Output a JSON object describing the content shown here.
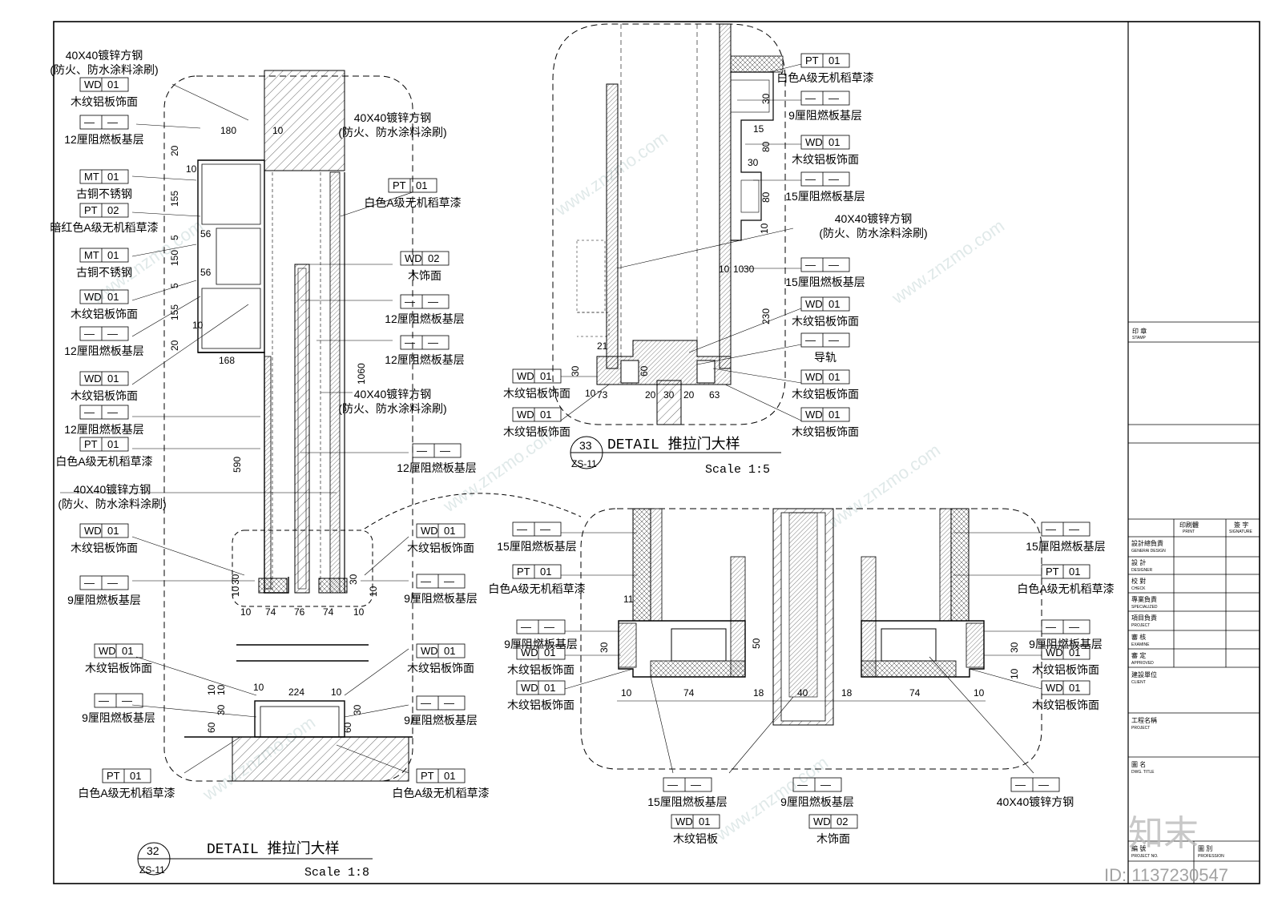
{
  "detail_32": {
    "number": "32",
    "sheet": "ZS-11",
    "title": "DETAIL 推拉门大样",
    "scale": "Scale 1:8",
    "callouts": [
      {
        "code": "",
        "name": "40X40镀锌方钢"
      },
      {
        "code": "",
        "name": "(防火、防水涂料涂刷)"
      },
      {
        "code": "WD",
        "num": "01",
        "name": "木纹铝板饰面"
      },
      {
        "code": "—",
        "num": "—",
        "name": "12厘阻燃板基层"
      },
      {
        "code": "MT",
        "num": "01",
        "name": "古铜不锈钢"
      },
      {
        "code": "PT",
        "num": "02",
        "name": "暗红色A级无机稻草漆"
      },
      {
        "code": "MT",
        "num": "01",
        "name": "古铜不锈钢"
      },
      {
        "code": "WD",
        "num": "01",
        "name": "木纹铝板饰面"
      },
      {
        "code": "—",
        "num": "—",
        "name": "12厘阻燃板基层"
      },
      {
        "code": "WD",
        "num": "01",
        "name": "木纹铝板饰面"
      },
      {
        "code": "—",
        "num": "—",
        "name": "12厘阻燃板基层"
      },
      {
        "code": "PT",
        "num": "01",
        "name": "白色A级无机稻草漆"
      },
      {
        "code": "",
        "name": "40X40镀锌方钢"
      },
      {
        "code": "",
        "name": "(防火、防水涂料涂刷)"
      },
      {
        "code": "WD",
        "num": "01",
        "name": "木纹铝板饰面"
      },
      {
        "code": "—",
        "num": "—",
        "name": "9厘阻燃板基层"
      },
      {
        "code": "WD",
        "num": "01",
        "name": "木纹铝板饰面"
      },
      {
        "code": "—",
        "num": "—",
        "name": "9厘阻燃板基层"
      },
      {
        "code": "PT",
        "num": "01",
        "name": "白色A级无机稻草漆"
      }
    ],
    "callouts_right": [
      {
        "code": "",
        "name": "40X40镀锌方钢"
      },
      {
        "code": "",
        "name": "(防火、防水涂料涂刷)"
      },
      {
        "code": "PT",
        "num": "01",
        "name": "白色A级无机稻草漆"
      },
      {
        "code": "WD",
        "num": "02",
        "name": "木饰面"
      },
      {
        "code": "—",
        "num": "—",
        "name": "12厘阻燃板基层"
      },
      {
        "code": "—",
        "num": "—",
        "name": "12厘阻燃板基层"
      },
      {
        "code": "",
        "name": "40X40镀锌方钢"
      },
      {
        "code": "",
        "name": "(防火、防水涂料涂刷)"
      },
      {
        "code": "—",
        "num": "—",
        "name": "12厘阻燃板基层"
      },
      {
        "code": "WD",
        "num": "01",
        "name": "木纹铝板饰面"
      },
      {
        "code": "—",
        "num": "—",
        "name": "9厘阻燃板基层"
      },
      {
        "code": "WD",
        "num": "01",
        "name": "木纹铝板饰面"
      },
      {
        "code": "—",
        "num": "—",
        "name": "9厘阻燃板基层"
      },
      {
        "code": "PT",
        "num": "01",
        "name": "白色A级无机稻草漆"
      }
    ],
    "dims": [
      "180",
      "10",
      "20",
      "10",
      "155",
      "5",
      "56",
      "150",
      "5",
      "56",
      "155",
      "10",
      "20",
      "168",
      "1060",
      "590",
      "10",
      "30",
      "10",
      "74",
      "76",
      "74",
      "10",
      "30",
      "10",
      "10",
      "10",
      "224",
      "10",
      "10",
      "60",
      "30",
      "60",
      "30"
    ]
  },
  "detail_33": {
    "number": "33",
    "sheet": "ZS-11",
    "title": "DETAIL 推拉门大样",
    "scale": "Scale 1:5",
    "callouts": [
      {
        "code": "PT",
        "num": "01",
        "name": "白色A级无机稻草漆"
      },
      {
        "code": "—",
        "num": "—",
        "name": "9厘阻燃板基层"
      },
      {
        "code": "WD",
        "num": "01",
        "name": "木纹铝板饰面"
      },
      {
        "code": "—",
        "num": "—",
        "name": "15厘阻燃板基层"
      },
      {
        "code": "",
        "name": "40X40镀锌方钢"
      },
      {
        "code": "",
        "name": "(防火、防水涂料涂刷)"
      },
      {
        "code": "—",
        "num": "—",
        "name": "15厘阻燃板基层"
      },
      {
        "code": "WD",
        "num": "01",
        "name": "木纹铝板饰面"
      },
      {
        "code": "—",
        "num": "—",
        "name": "导轨"
      },
      {
        "code": "WD",
        "num": "01",
        "name": "木纹铝板饰面"
      },
      {
        "code": "WD",
        "num": "01",
        "name": "木纹铝板饰面"
      },
      {
        "code": "WD",
        "num": "01",
        "name": "木纹铝板饰面"
      },
      {
        "code": "WD",
        "num": "01",
        "name": "木纹铝板饰面"
      }
    ],
    "dims": [
      "30",
      "15",
      "80",
      "30",
      "80",
      "10",
      "10",
      "10",
      "30",
      "230",
      "21",
      "60",
      "30",
      "10",
      "73",
      "20",
      "30",
      "20",
      "63"
    ]
  },
  "detail_plan": {
    "callouts_left": [
      {
        "code": "—",
        "num": "—",
        "name": "15厘阻燃板基层"
      },
      {
        "code": "PT",
        "num": "01",
        "name": "白色A级无机稻草漆"
      },
      {
        "code": "—",
        "num": "—",
        "name": "9厘阻燃板基层"
      },
      {
        "code": "WD",
        "num": "01",
        "name": "木纹铝板饰面"
      },
      {
        "code": "WD",
        "num": "01",
        "name": "木纹铝板饰面"
      }
    ],
    "callouts_right": [
      {
        "code": "—",
        "num": "—",
        "name": "15厘阻燃板基层"
      },
      {
        "code": "PT",
        "num": "01",
        "name": "白色A级无机稻草漆"
      },
      {
        "code": "—",
        "num": "—",
        "name": "9厘阻燃板基层"
      },
      {
        "code": "WD",
        "num": "01",
        "name": "木纹铝板饰面"
      },
      {
        "code": "WD",
        "num": "01",
        "name": "木纹铝板饰面"
      }
    ],
    "callouts_bottom": [
      {
        "code": "—",
        "num": "—",
        "name": "15厘阻燃板基层"
      },
      {
        "code": "WD",
        "num": "01",
        "name": "木纹铝板"
      },
      {
        "code": "—",
        "num": "—",
        "name": "9厘阻燃板基层"
      },
      {
        "code": "WD",
        "num": "02",
        "name": "木饰面"
      },
      {
        "code": "—",
        "num": "—",
        "name": "40X40镀锌方钢"
      }
    ],
    "dims": [
      "11",
      "30",
      "10",
      "74",
      "18",
      "40",
      "18",
      "74",
      "10",
      "50",
      "30",
      "10"
    ]
  },
  "title_block": {
    "stamp": "印 章",
    "stamp_en": "STAMP",
    "print": "印刷體",
    "print_en": "PRINT",
    "signature": "簽 字",
    "signature_en": "SIGNATURE",
    "rows": [
      {
        "cn": "設計總負責",
        "en": "GENERAl DESIGN"
      },
      {
        "cn": "設 計",
        "en": "DESIGNER"
      },
      {
        "cn": "校 對",
        "en": "CHECK"
      },
      {
        "cn": "專業負責",
        "en": "SPECIALIZED"
      },
      {
        "cn": "項目負責",
        "en": "PROJECT"
      },
      {
        "cn": "審 核",
        "en": "EXAMINE"
      },
      {
        "cn": "審 定",
        "en": "APPROVED"
      },
      {
        "cn": "建設單位",
        "en": "CLIENT"
      }
    ],
    "project": "工程名稱",
    "project_en": "PROJECT",
    "dwg": "圖 名",
    "dwg_en": "DWG. TITLE",
    "projno": "編 號",
    "projno_en": "PROJECT NO.",
    "prof": "圖 別",
    "prof_en": "PROFESSION"
  },
  "watermark": {
    "logo": "知末",
    "site": "www.znzmo.com",
    "id": "ID: 1137230547"
  }
}
